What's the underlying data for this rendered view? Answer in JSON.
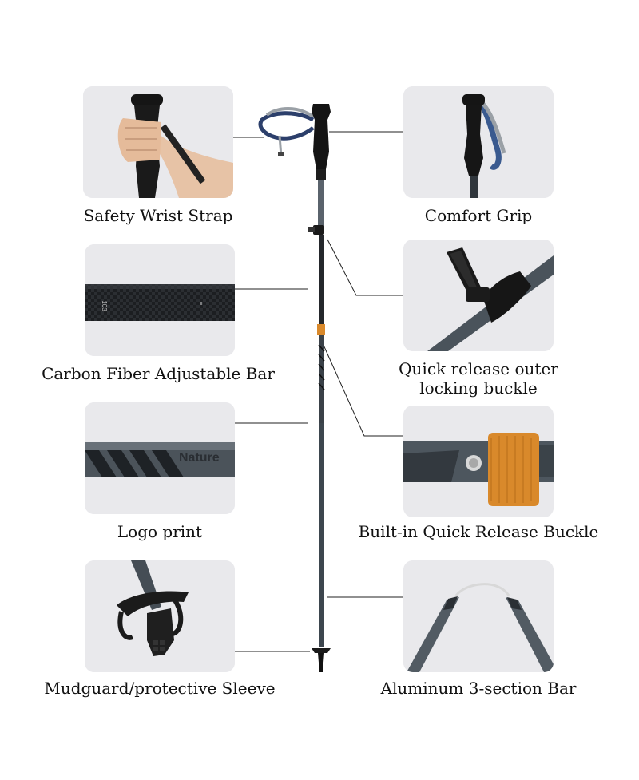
{
  "features": [
    {
      "id": "wrist-strap",
      "label": "Safety Wrist Strap"
    },
    {
      "id": "grip",
      "label": "Comfort Grip"
    },
    {
      "id": "carbon-bar",
      "label": "Carbon Fiber Adjustable Bar"
    },
    {
      "id": "outer-buckle",
      "label": "Quick release outer\nlocking buckle"
    },
    {
      "id": "logo",
      "label": "Logo print"
    },
    {
      "id": "inner-buckle",
      "label": "Built-in Quick Release Buckle"
    },
    {
      "id": "mudguard",
      "label": "Mudguard/protective Sleeve"
    },
    {
      "id": "aluminum-bar",
      "label": "Aluminum 3-section Bar"
    }
  ],
  "tube_marking": "103",
  "logo_text": "Nature",
  "colors": {
    "card_bg": "#e9e9ec",
    "pole_dark": "#2b2f33",
    "accent_orange": "#d9892b",
    "strap_blue": "#2c3f6b",
    "strap_grey": "#9aa0a6"
  }
}
